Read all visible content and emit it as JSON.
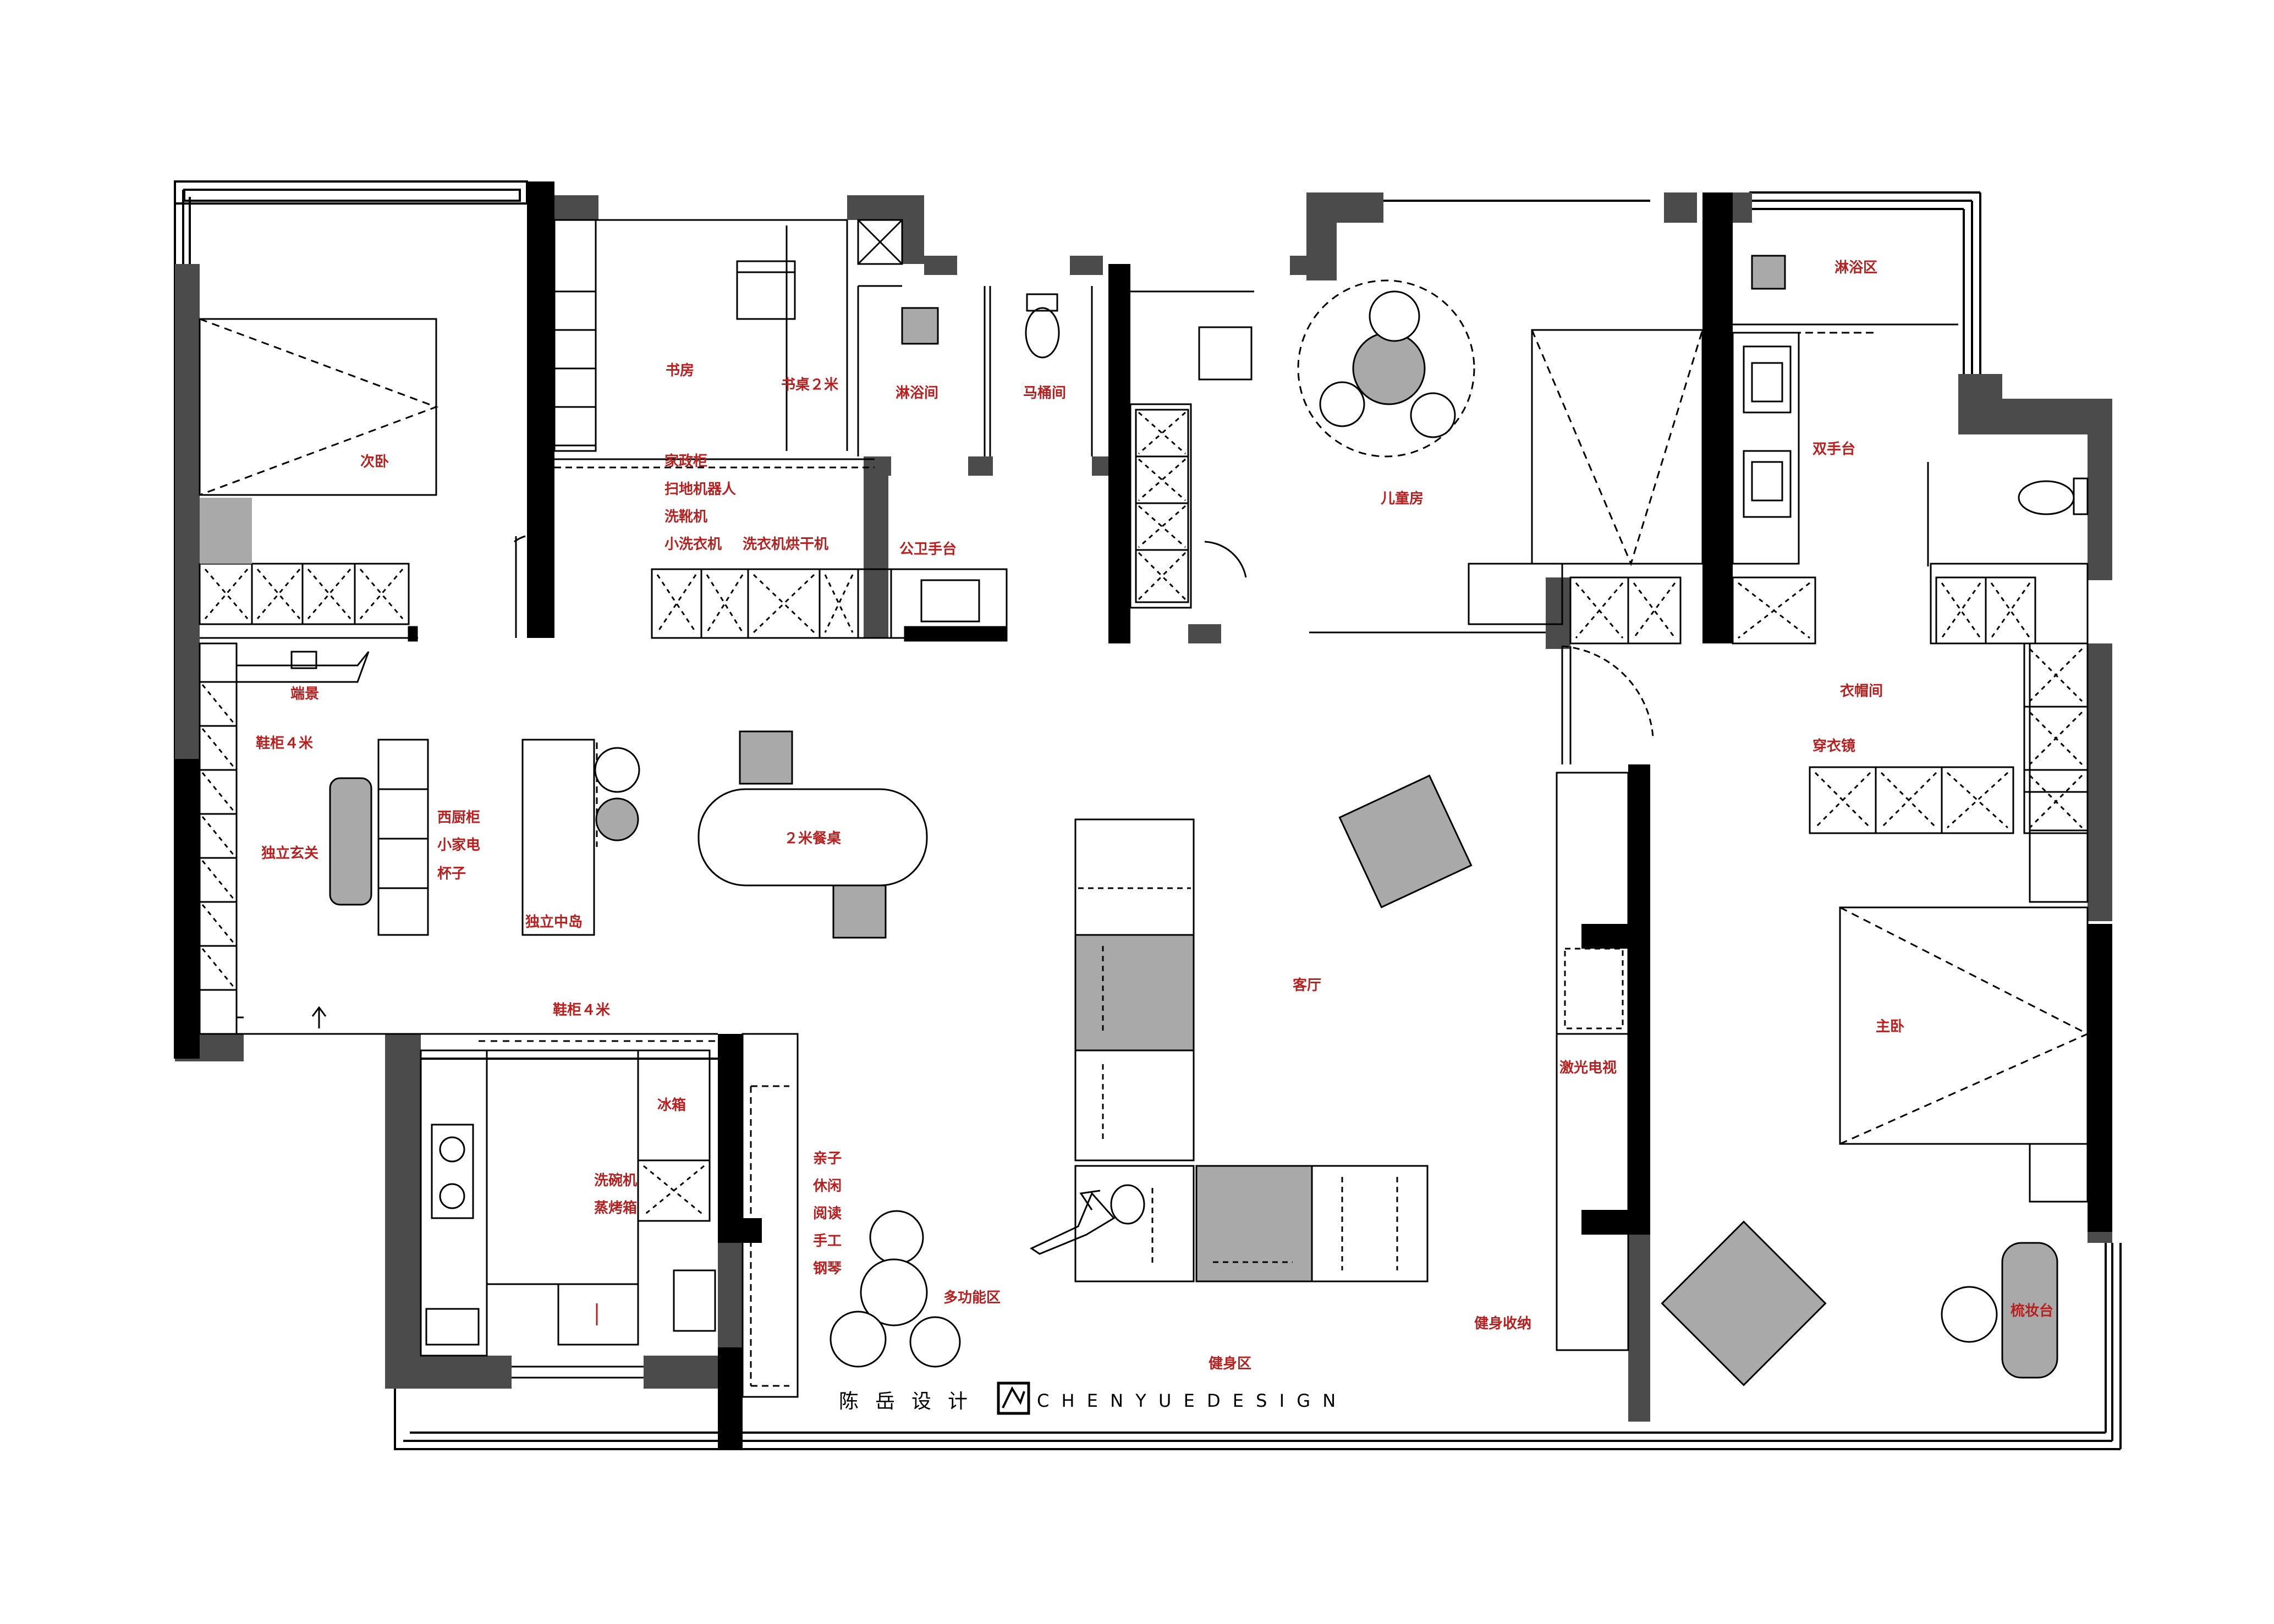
{
  "colors": {
    "wall": "#000000",
    "wall_gray": "#4b4b4b",
    "furniture_gray": "#a9a9a9",
    "label_red": "#b81f1f",
    "line": "#000000",
    "background": "#ffffff"
  },
  "rooms": [
    {
      "id": "r1",
      "label": "次卧"
    },
    {
      "id": "r2",
      "label": "书房"
    },
    {
      "id": "r3",
      "label": "书桌２米"
    },
    {
      "id": "r4",
      "label": "淋浴间"
    },
    {
      "id": "r5",
      "label": "马桶间"
    },
    {
      "id": "r6",
      "label": "儿童房"
    },
    {
      "id": "r7",
      "label": "淋浴区"
    },
    {
      "id": "r8",
      "label": "双手台"
    },
    {
      "id": "r9",
      "label": "家政柜"
    },
    {
      "id": "r10",
      "label": "扫地机器人"
    },
    {
      "id": "r11",
      "label": "洗靴机"
    },
    {
      "id": "r12",
      "label": "小洗衣机"
    },
    {
      "id": "r13",
      "label": "洗衣机烘干机"
    },
    {
      "id": "r14",
      "label": "公卫手台"
    },
    {
      "id": "r15",
      "label": "端景"
    },
    {
      "id": "r16",
      "label": "鞋柜４米"
    },
    {
      "id": "r17",
      "label": "独立玄关"
    },
    {
      "id": "r18",
      "label": "西厨柜"
    },
    {
      "id": "r19",
      "label": "小家电"
    },
    {
      "id": "r20",
      "label": "杯子"
    },
    {
      "id": "r21",
      "label": "独立中岛"
    },
    {
      "id": "r22",
      "label": "２米餐桌"
    },
    {
      "id": "r23",
      "label": "客厅"
    },
    {
      "id": "r24",
      "label": "衣帽间"
    },
    {
      "id": "r25",
      "label": "穿衣镜"
    },
    {
      "id": "r26",
      "label": "主卧"
    },
    {
      "id": "r27",
      "label": "鞋柜４米"
    },
    {
      "id": "r28",
      "label": "冰箱"
    },
    {
      "id": "r29",
      "label": "洗碗机"
    },
    {
      "id": "r30",
      "label": "蒸烤箱"
    },
    {
      "id": "r31",
      "label": "亲子"
    },
    {
      "id": "r32",
      "label": "休闲"
    },
    {
      "id": "r33",
      "label": "阅读"
    },
    {
      "id": "r34",
      "label": "手工"
    },
    {
      "id": "r35",
      "label": "钢琴"
    },
    {
      "id": "r36",
      "label": "多功能区"
    },
    {
      "id": "r37",
      "label": "激光电视"
    },
    {
      "id": "r38",
      "label": "健身收纳"
    },
    {
      "id": "r39",
      "label": "健身区"
    },
    {
      "id": "r40",
      "label": "梳妆台"
    }
  ],
  "branding": {
    "cn": "陈岳设计",
    "en": "C H E N Y U E D E S I G N"
  }
}
